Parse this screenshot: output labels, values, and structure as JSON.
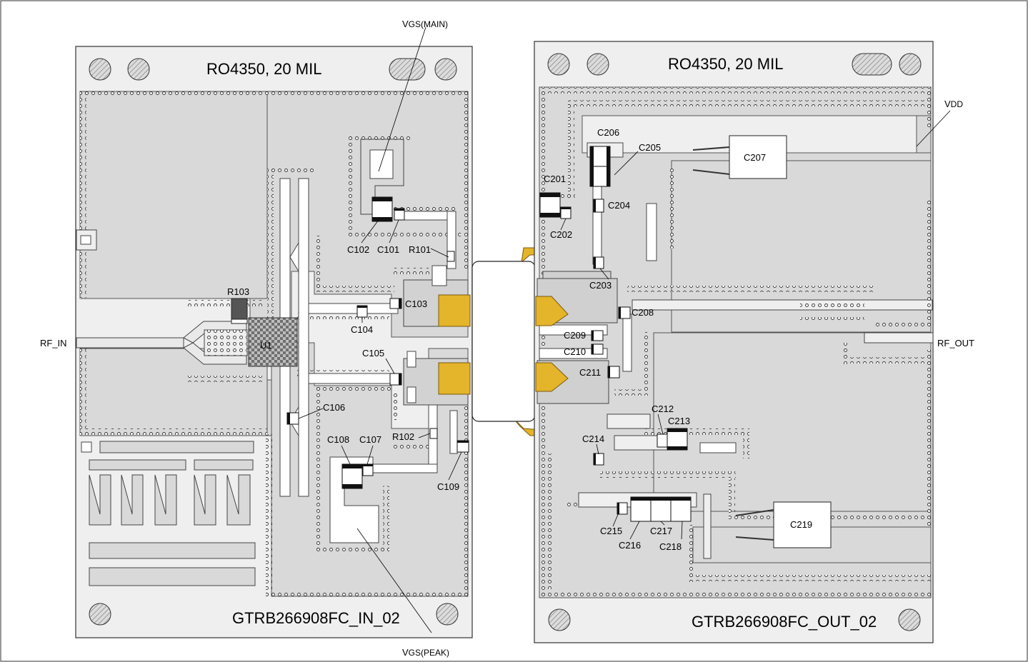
{
  "input_board": {
    "material": "RO4350, 20 MIL",
    "part_label": "GTRB266908FC_IN_02",
    "components": {
      "r103": "R103",
      "u1": "U1",
      "c101": "C101",
      "c102": "C102",
      "r101": "R101",
      "c103": "C103",
      "c104": "C104",
      "c105": "C105",
      "c106": "C106",
      "c107": "C107",
      "c108": "C108",
      "r102": "R102",
      "c109": "C109"
    }
  },
  "output_board": {
    "material": "RO4350, 20 MIL",
    "part_label": "GTRB266908FC_OUT_02",
    "components": {
      "c201": "C201",
      "c202": "C202",
      "c203": "C203",
      "c204": "C204",
      "c205": "C205",
      "c206": "C206",
      "c207": "C207",
      "c208": "C208",
      "c209": "C209",
      "c210": "C210",
      "c211": "C211",
      "c212": "C212",
      "c213": "C213",
      "c214": "C214",
      "c215": "C215",
      "c216": "C216",
      "c217": "C217",
      "c218": "C218",
      "c219": "C219"
    }
  },
  "signals": {
    "rf_in": "RF_IN",
    "rf_out": "RF_OUT",
    "vgs_main_v": "V",
    "vgs_main_sub": "GS(MAIN)",
    "vgs_peak_v": "V",
    "vgs_peak_sub": "GS(PEAK)",
    "vdd_v": "V",
    "vdd_sub": "DD"
  },
  "colors": {
    "board_fill": "#d9d9d9",
    "board_outline": "#333333",
    "pad_gold": "#e4b42a",
    "via_fill": "#ffffff",
    "hatch": "#9a9a9a"
  }
}
